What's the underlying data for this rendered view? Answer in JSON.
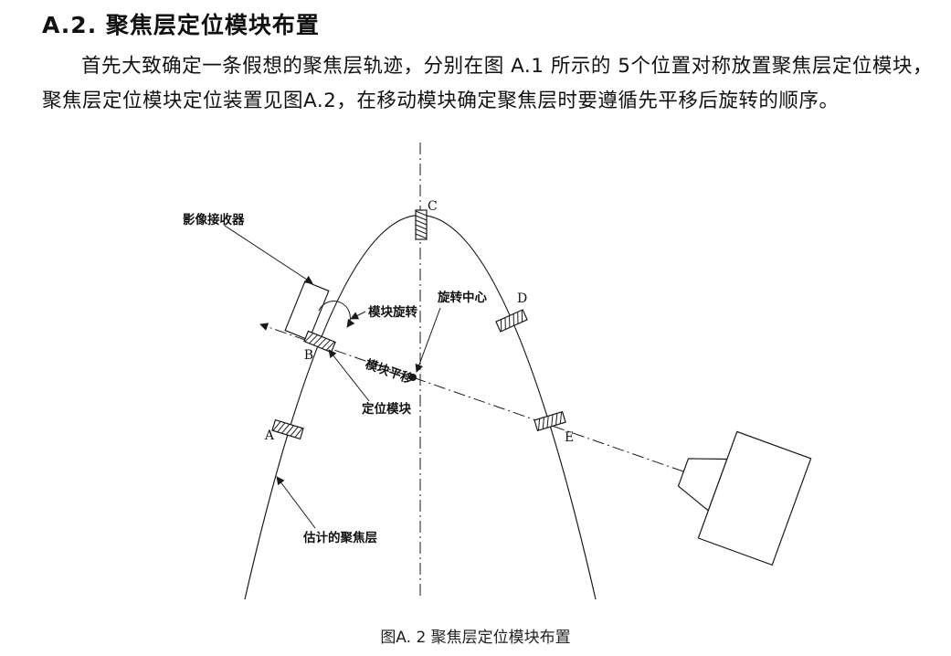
{
  "page": {
    "heading": "A.2. 聚焦层定位模块布置",
    "paragraph": "首先大致确定一条假想的聚焦层轨迹，分别在图 A.1 所示的 5个位置对称放置聚焦层定位模块，聚焦层定位模块定位装置见图A.2，在移动模块确定聚焦层时要遵循先平移后旋转的顺序。",
    "caption": "图A. 2  聚焦层定位模块布置"
  },
  "diagram": {
    "labels": {
      "image_receiver": "影像接收器",
      "module_rotation": "模块旋转",
      "rotation_center": "旋转中心",
      "module_translation": "模块平移",
      "positioning_module": "定位模块",
      "estimated_focal_layer": "估计的聚焦层"
    },
    "points": {
      "a": "A",
      "b": "B",
      "c": "C",
      "d": "D",
      "e": "E"
    },
    "colors": {
      "ink": "#1a1a1a",
      "paper": "#ffffff"
    }
  }
}
